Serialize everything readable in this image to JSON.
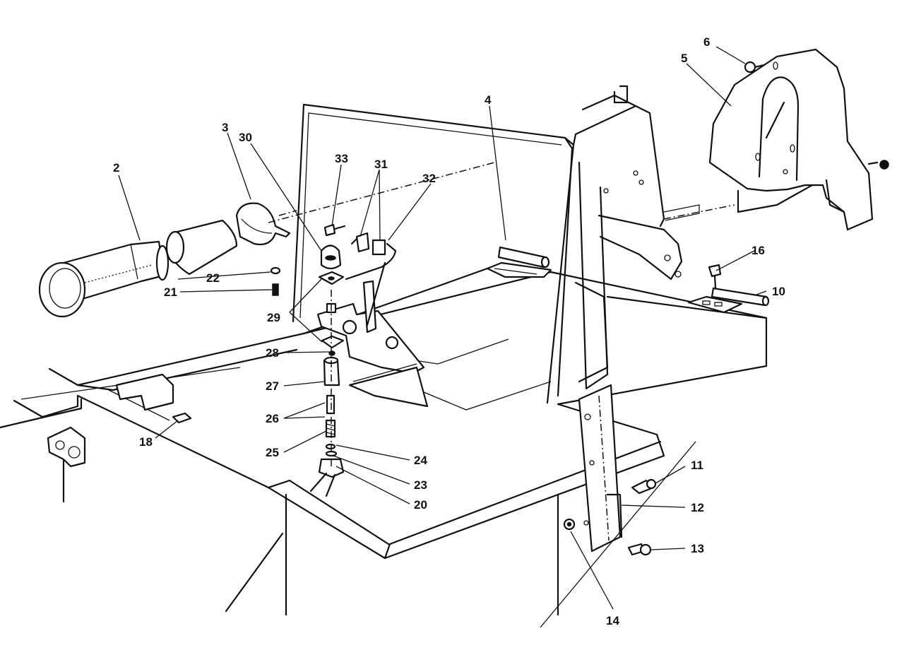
{
  "callouts": {
    "c2": "2",
    "c3": "3",
    "c4": "4",
    "c5": "5",
    "c6": "6",
    "c10": "10",
    "c11": "11",
    "c12": "12",
    "c13": "13",
    "c14": "14",
    "c16": "16",
    "c18": "18",
    "c20": "20",
    "c21": "21",
    "c22": "22",
    "c23": "23",
    "c24": "24",
    "c25": "25",
    "c26": "26",
    "c27": "27",
    "c28": "28",
    "c29": "29",
    "c30": "30",
    "c31": "31",
    "c32": "32",
    "c33": "33"
  }
}
